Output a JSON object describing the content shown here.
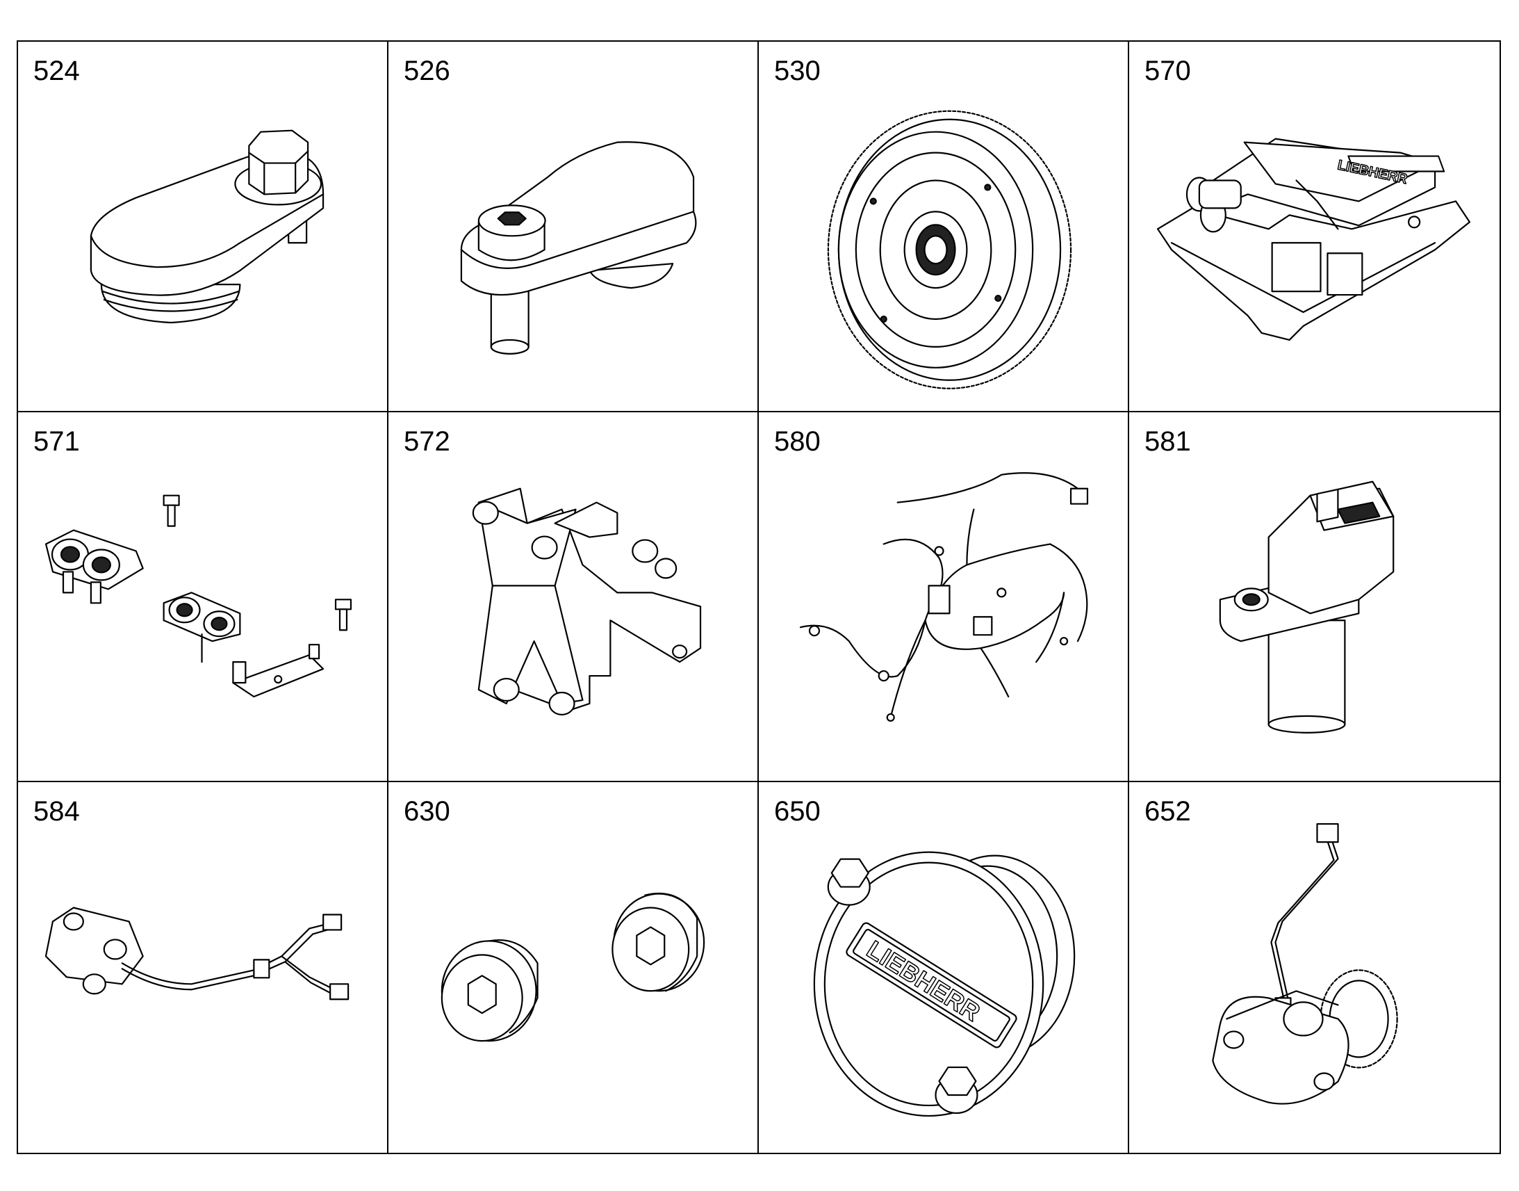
{
  "parts": [
    {
      "number": "524",
      "icon": "oil-drain-cover-with-hex-bolt-icon"
    },
    {
      "number": "526",
      "icon": "hex-socket-cover-icon"
    },
    {
      "number": "530",
      "icon": "flywheel-with-ring-gear-icon"
    },
    {
      "number": "570",
      "icon": "control-unit-icon"
    },
    {
      "number": "571",
      "icon": "clamps-and-bolts-kit-icon"
    },
    {
      "number": "572",
      "icon": "mounting-bracket-icon"
    },
    {
      "number": "580",
      "icon": "wiring-harness-icon"
    },
    {
      "number": "581",
      "icon": "speed-sensor-icon"
    },
    {
      "number": "584",
      "icon": "sensor-with-cable-icon"
    },
    {
      "number": "630",
      "icon": "hex-screw-plugs-icon"
    },
    {
      "number": "650",
      "icon": "front-cover-icon"
    },
    {
      "number": "652",
      "icon": "pump-with-gear-and-line-icon"
    }
  ],
  "brand_marks": {
    "control_unit": "LIEBHERR",
    "front_cover": "LIEBHERR"
  }
}
